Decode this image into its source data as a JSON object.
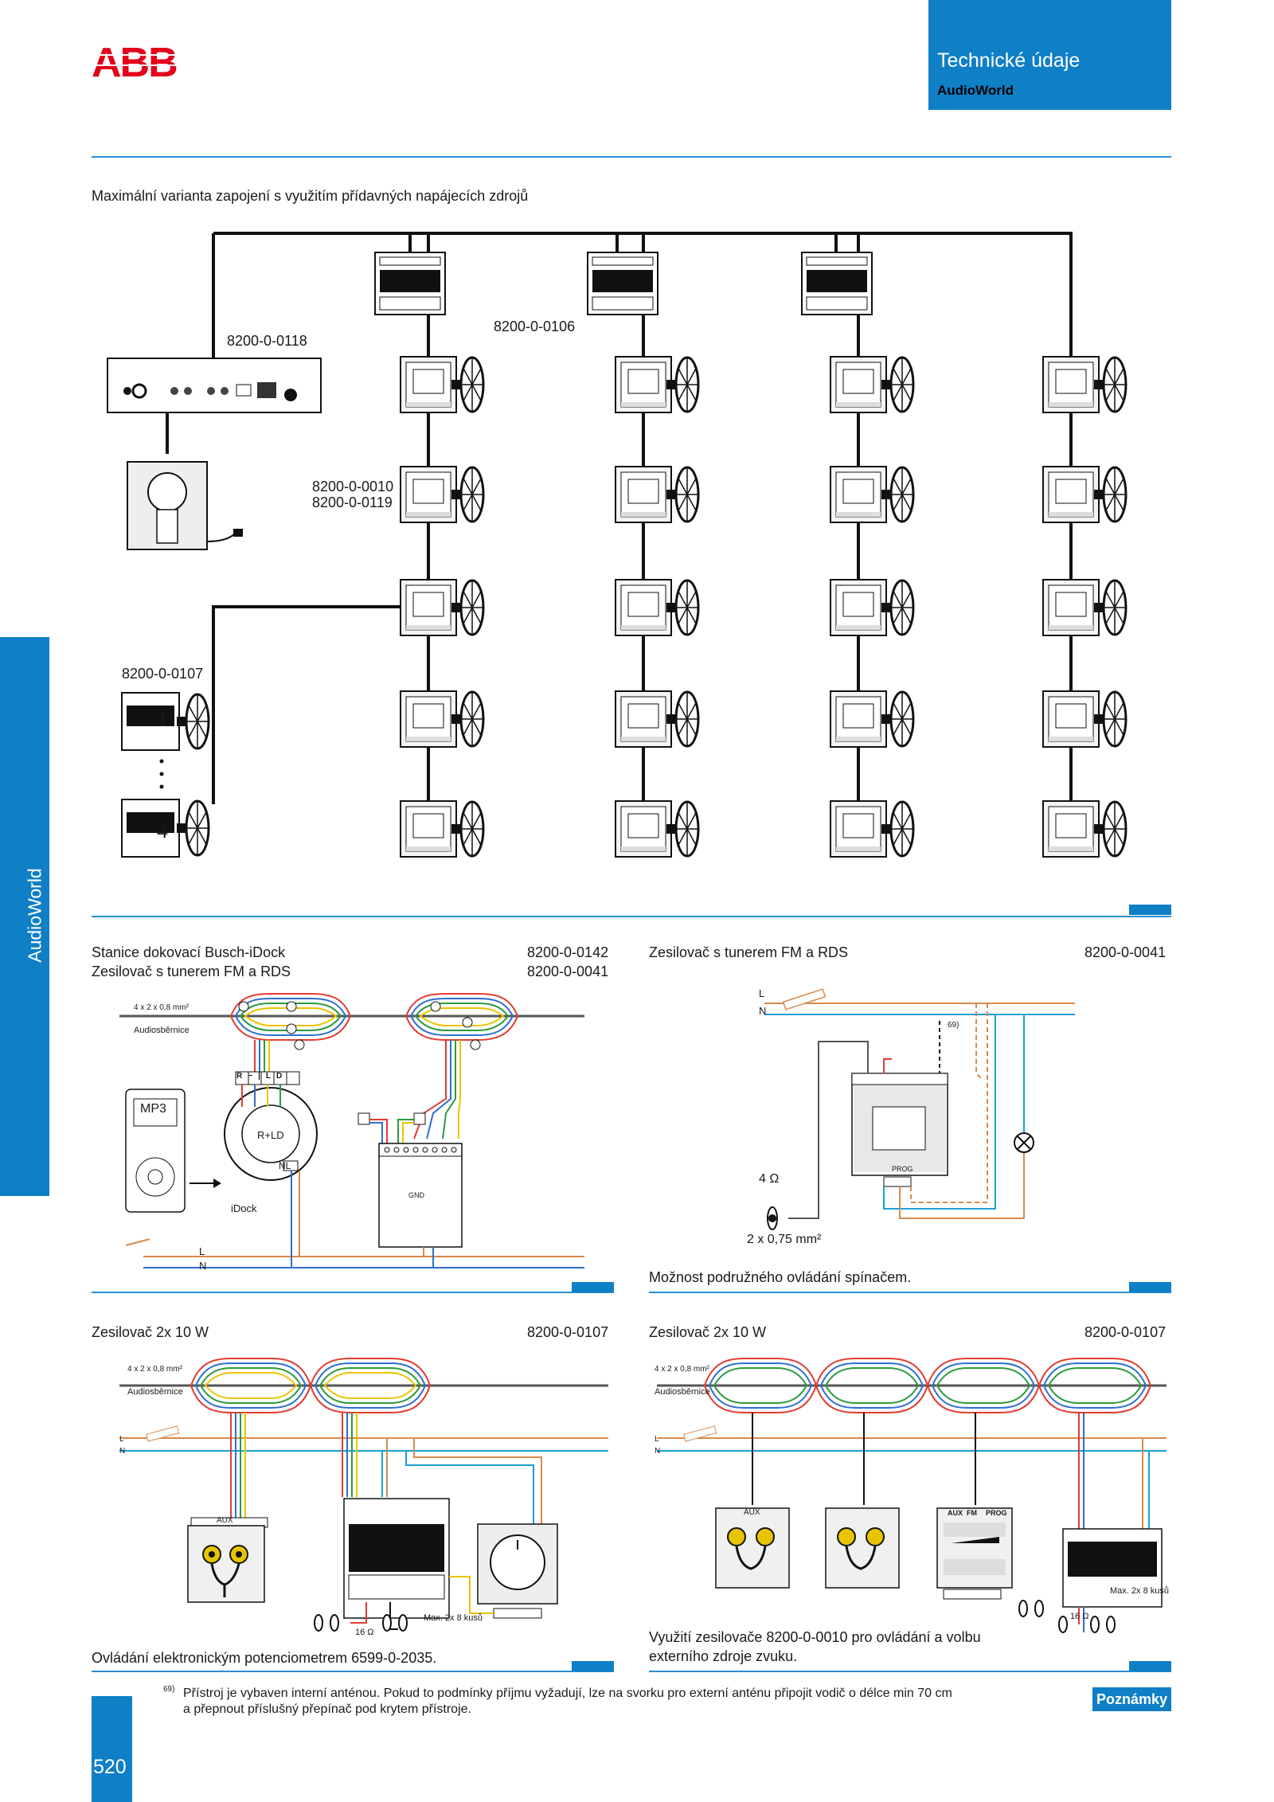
{
  "brand": {
    "logo_text": "ABB"
  },
  "header": {
    "title": "Technické údaje",
    "subtitle": "AudioWorld"
  },
  "side_tab": {
    "label": "AudioWorld"
  },
  "top_diagram": {
    "caption": "Maximální varianta zapojení s využitím přídavných napájecích zdrojů",
    "labels": {
      "docking": "8200-0-0118",
      "power_supply": "8200-0-0106",
      "amplifier_line1": "8200-0-0010",
      "amplifier_line2": "8200-0-0119",
      "amplifier_2x10": "8200-0-0107",
      "count_first": "1",
      "count_last": "4"
    }
  },
  "diagrams": {
    "idock": {
      "title_line1": "Stanice dokovací Busch-iDock",
      "code_line1": "8200-0-0142",
      "title_line2": "Zesilovač s tunerem FM a RDS",
      "code_line2": "8200-0-0041",
      "cable_label": "4 x 2 x 0,8 mm²",
      "bus_label": "Audiosběrnice",
      "mp3_label": "MP3",
      "device_label": "iDock",
      "l_label": "L",
      "n_label": "N",
      "module_label": "R+LD",
      "nl_label": "NL",
      "terminal_labels": [
        "R",
        "−",
        "|",
        "L",
        "D"
      ],
      "gnd_label": "GND"
    },
    "tuner": {
      "title": "Zesilovač s tunerem FM a RDS",
      "code": "8200-0-0041",
      "l_label": "L",
      "n_label": "N",
      "antenna_note": "69)",
      "impedance": "4 Ω",
      "wire_spec": "2 x 0,75 mm²",
      "prog_label": "PROG",
      "caption": "Možnost podružného ovládání spínačem."
    },
    "amp_pot": {
      "title": "Zesilovač 2x 10 W",
      "code": "8200-0-0107",
      "cable_label": "4 x 2 x 0,8 mm²",
      "bus_label": "Audiosběrnice",
      "l_label": "L",
      "n_label": "N",
      "aux_label": "AUX",
      "max_label": "Max. 2x 8 kusů",
      "ohm_label": "16 Ω",
      "caption": "Ovládání elektronickým potenciometrem 6599-0-2035."
    },
    "amp_source": {
      "title": "Zesilovač 2x 10 W",
      "code": "8200-0-0107",
      "cable_label": "4 x 2 x 0,8 mm²",
      "bus_label": "Audiosběrnice",
      "l_label": "L",
      "n_label": "N",
      "aux_label": "AUX",
      "panel_labels": [
        "AUX",
        "FM",
        "PROG"
      ],
      "max_label": "Max. 2x 8 kusů",
      "ohm_label": "16 Ω",
      "caption_line1": "Využití zesilovače 8200-0-0010 pro ovládání a volbu",
      "caption_line2": "externího zdroje zvuku."
    }
  },
  "footnote": {
    "marker": "69)",
    "line1": "Přístroj je vybaven interní anténou. Pokud to podmínky příjmu vyžadují, lze na svorku pro externí anténu připojit vodič o délce min 70 cm",
    "line2": "a přepnout příslušný přepínač pod krytem přístroje."
  },
  "notes_label": "Poznámky",
  "page_number": "520",
  "colors": {
    "accent": "#0f7fc6",
    "logo": "#e2001a",
    "wire_red": "#e03c31",
    "wire_blue": "#2f6fd0",
    "wire_green": "#2b9a3e",
    "wire_yellow": "#e8c400",
    "wire_orange": "#d98a4b",
    "wire_cyan": "#1aa0d8"
  }
}
